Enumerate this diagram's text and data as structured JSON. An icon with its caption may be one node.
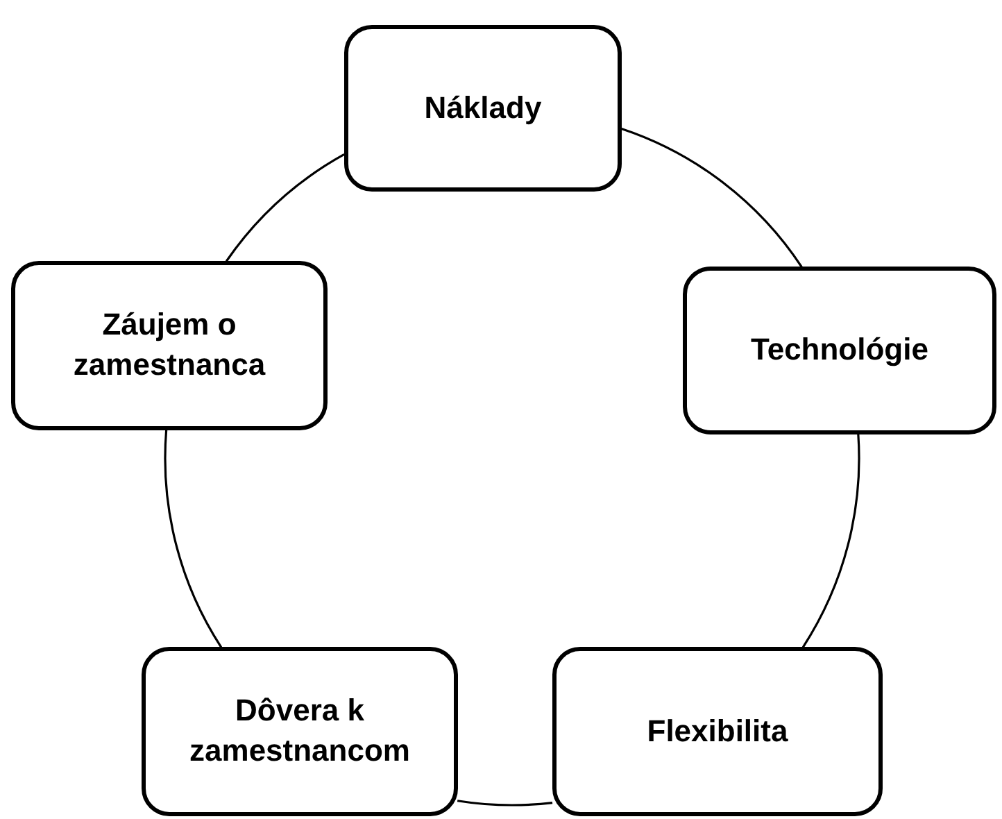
{
  "diagram": {
    "nodes": [
      {
        "text": [
          "Náklady"
        ]
      },
      {
        "text": [
          "Záujem o zamestnanca"
        ]
      },
      {
        "text": [
          "Technológie"
        ]
      },
      {
        "text": [
          "Dôvera k zamestnancom"
        ]
      },
      {
        "text": [
          "Flexibilita"
        ]
      }
    ],
    "edges": [
      {
        "from": 0,
        "to": 2,
        "arrow": "none"
      },
      {
        "from": 2,
        "to": 4,
        "arrow": "none"
      },
      {
        "from": 4,
        "to": 3,
        "arrow": "none"
      },
      {
        "from": 3,
        "to": 1,
        "arrow": "none"
      },
      {
        "from": 1,
        "to": 0,
        "arrow": "none"
      }
    ]
  }
}
